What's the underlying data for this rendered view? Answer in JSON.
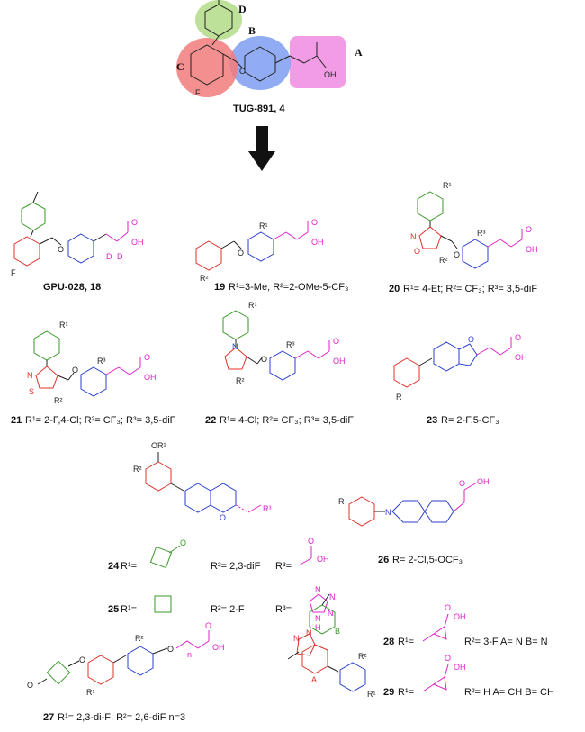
{
  "top": {
    "name": "TUG-891, 4",
    "region_a": "A",
    "region_b": "B",
    "region_c": "C",
    "region_d": "D",
    "atom_f": "F",
    "atom_oh": "OH",
    "atom_o": "O"
  },
  "compounds": [
    {
      "id": "gpu028",
      "label": "GPU-028, 18",
      "atoms": [
        "D",
        "D",
        "O",
        "OH",
        "F",
        "O"
      ]
    },
    {
      "id": "c19",
      "num": "19",
      "desc": "R¹=3-Me; R²=2-OMe-5-CF₃",
      "atoms": [
        "R¹",
        "R²",
        "O",
        "OH",
        "O"
      ]
    },
    {
      "id": "c20",
      "num": "20",
      "desc": "R¹= 4-Et; R²= CF₃; R³= 3,5-diF",
      "atoms": [
        "R¹",
        "R²",
        "R³",
        "N",
        "O",
        "O",
        "OH",
        "O"
      ]
    },
    {
      "id": "c21",
      "num": "21",
      "desc": "R¹= 2-F,4-Cl; R²= CF₃; R³= 3,5-diF",
      "atoms": [
        "R¹",
        "R²",
        "R³",
        "N",
        "S",
        "O",
        "OH",
        "O"
      ]
    },
    {
      "id": "c22",
      "num": "22",
      "desc": "R¹= 4-Cl; R²= CF₃; R³= 3,5-diF",
      "atoms": [
        "R¹",
        "R²",
        "R³",
        "N",
        "O",
        "OH",
        "O"
      ]
    },
    {
      "id": "c23",
      "num": "23",
      "desc": "R= 2-F,5-CF₃",
      "atoms": [
        "R",
        "O",
        "OH",
        "O"
      ]
    },
    {
      "id": "c24",
      "num": "24",
      "r1": "R¹=",
      "r2": "R²= 2,3-diF",
      "r3": "R³=",
      "atoms": [
        "OR¹",
        "R²",
        "R³",
        "O",
        "O",
        "O",
        "OH"
      ]
    },
    {
      "id": "c25",
      "num": "25",
      "r1": "R¹=",
      "r2": "R²= 2-F",
      "r3": "R³=",
      "atoms": [
        "N",
        "N",
        "N",
        "N",
        "H"
      ]
    },
    {
      "id": "c26",
      "num": "26",
      "desc": "R= 2-Cl,5-OCF₃",
      "atoms": [
        "R",
        "N",
        "O",
        "OH"
      ]
    },
    {
      "id": "c27",
      "num": "27",
      "desc": "R¹= 2,3-di-F; R²= 2,6-diF n=3",
      "atoms": [
        "O",
        "O",
        "O",
        "R¹",
        "R²",
        "n",
        "O",
        "OH"
      ]
    },
    {
      "id": "core28",
      "atoms": [
        "N",
        "N",
        "A",
        "B",
        "R²",
        "R¹"
      ]
    },
    {
      "id": "c28",
      "num": "28",
      "r1": "R¹=",
      "desc": "R²= 3-F   A= N   B= N",
      "atoms": [
        "O",
        "OH"
      ]
    },
    {
      "id": "c29",
      "num": "29",
      "r1": "R¹=",
      "desc": "R²= H   A= CH   B= CH",
      "atoms": [
        "O",
        "OH"
      ]
    }
  ],
  "colors": {
    "acid_region": "#f06ed8",
    "ether_region": "#6f8ff0",
    "ring_c": "#f07070",
    "ring_d": "#a8d878",
    "acid": "#e020c8",
    "ring_red": "#e0302a",
    "ring_blue": "#2a3fd0",
    "ring_green": "#3a9a2a",
    "arrow": "#111111"
  },
  "icons": {
    "arrow": "down-arrow-icon"
  }
}
